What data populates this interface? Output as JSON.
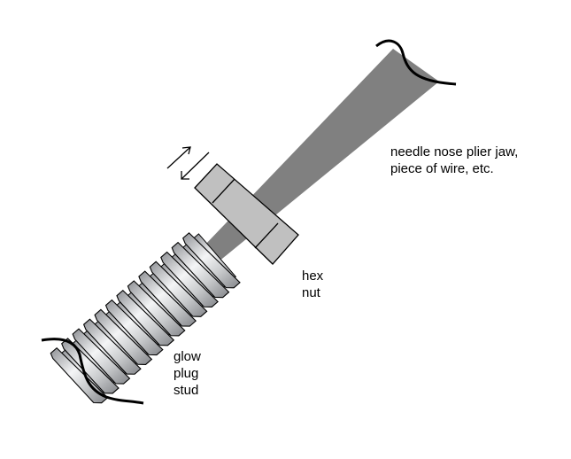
{
  "labels": {
    "plier": [
      "needle nose plier jaw,",
      "piece of wire, etc."
    ],
    "nut": [
      "hex",
      "nut"
    ],
    "stud": [
      "glow",
      "plug",
      "stud"
    ]
  },
  "colors": {
    "wire": "#808080",
    "nut": "#c0c0c0",
    "stud": "#d4d6d8"
  }
}
